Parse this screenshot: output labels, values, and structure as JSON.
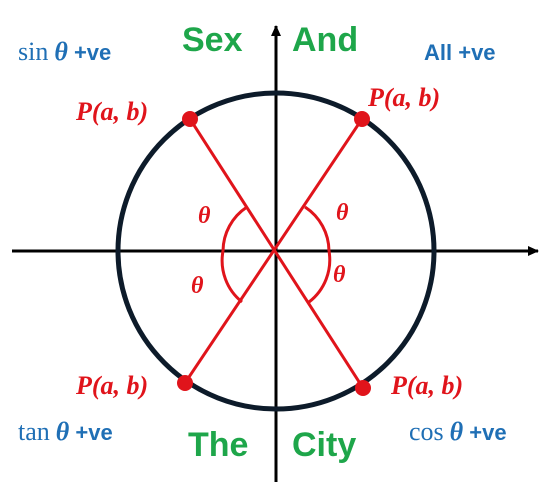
{
  "colors": {
    "axis": "#000000",
    "circle": "#0d1b2a",
    "radius": "#e0141b",
    "point_label": "#e0141b",
    "mnemonic": "#1ea64a",
    "quadrant_label": "#1f6fb5"
  },
  "mnemonic": {
    "q2_word": "Sex",
    "q1_word": "And",
    "q3_word": "The",
    "q4_word": "City"
  },
  "quadrant_labels": {
    "q1": {
      "function": "",
      "theta": "",
      "sign": "All +ve"
    },
    "q2": {
      "function": "sin",
      "theta": "θ",
      "sign": " +ve"
    },
    "q3": {
      "function": "tan",
      "theta": "θ",
      "sign": " +ve"
    },
    "q4": {
      "function": "cos",
      "theta": "θ",
      "sign": " +ve"
    }
  },
  "points": {
    "q1": "P(a, b)",
    "q2": "P(a, b)",
    "q3": "P(a, b)",
    "q4": "P(a, b)"
  },
  "angles": {
    "q1": "θ",
    "q2": "θ",
    "q3": "θ",
    "q4": "θ"
  }
}
